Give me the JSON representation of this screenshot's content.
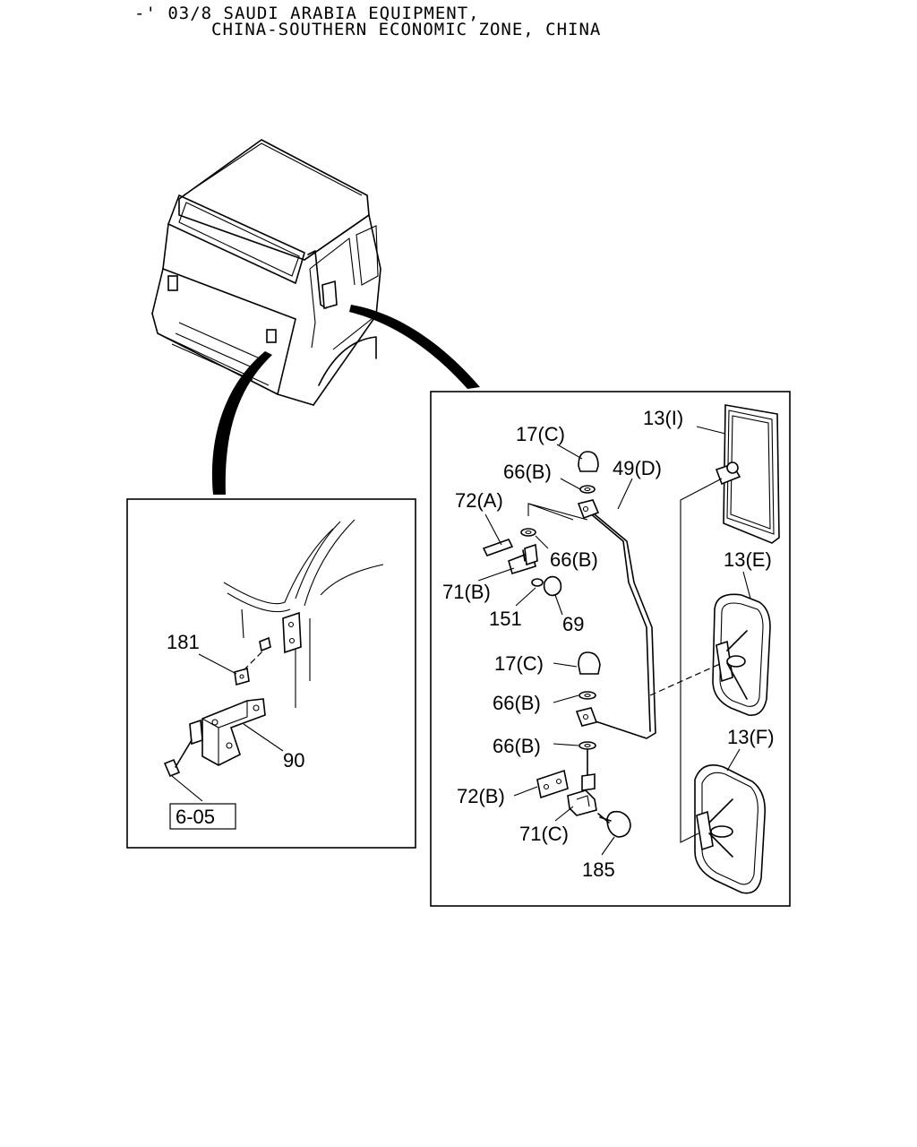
{
  "header": {
    "line1": "-' 03/8 SAUDI ARABIA EQUIPMENT,",
    "line2": "CHINA-SOUTHERN ECONOMIC ZONE, CHINA"
  },
  "left_detail": {
    "labels": {
      "p181": "181",
      "p90": "90",
      "ref": "6-05"
    }
  },
  "right_detail": {
    "labels": {
      "p17c_a": "17(C)",
      "p66b_a": "66(B)",
      "p49d": "49(D)",
      "p72a": "72(A)",
      "p66b_b": "66(B)",
      "p71b": "71(B)",
      "p151": "151",
      "p69": "69",
      "p17c_b": "17(C)",
      "p66b_c": "66(B)",
      "p66b_d": "66(B)",
      "p72b": "72(B)",
      "p71c": "71(C)",
      "p185": "185",
      "p13i": "13(I)",
      "p13e": "13(E)",
      "p13f": "13(F)"
    }
  }
}
